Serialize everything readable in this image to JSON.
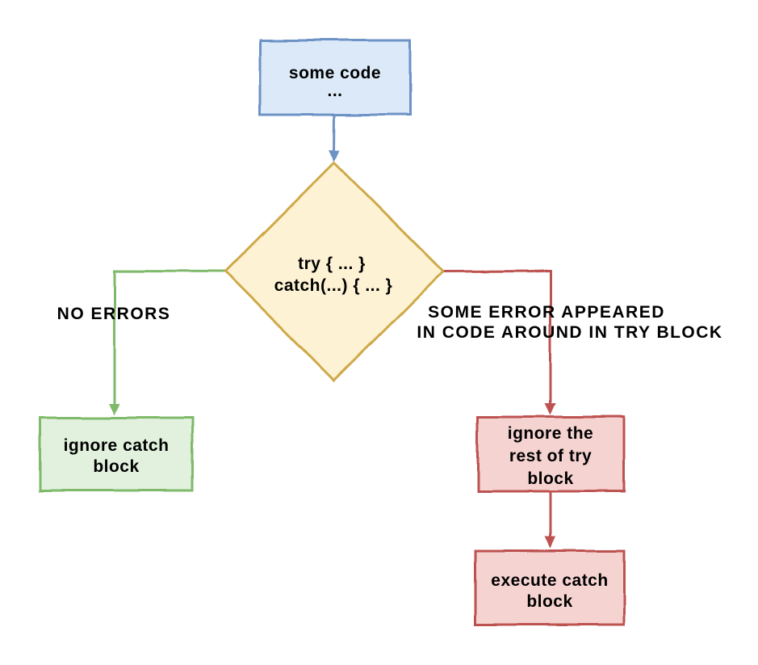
{
  "flowchart": {
    "background_color": "#ffffff",
    "text_color": "#000000",
    "nodes": [
      {
        "id": "some-code",
        "shape": "rectangle",
        "lines": [
          "some code",
          "..."
        ],
        "fill": "#dbe9f8",
        "stroke": "#6d92c5"
      },
      {
        "id": "try-catch-decision",
        "shape": "diamond",
        "lines": [
          "try { ... }",
          "catch(...) { ... }"
        ],
        "fill": "#fdf3d4",
        "stroke": "#cfa94a"
      },
      {
        "id": "ignore-catch-block",
        "shape": "rectangle",
        "lines": [
          "ignore catch",
          "block"
        ],
        "fill": "#e1f1dd",
        "stroke": "#7fb96a"
      },
      {
        "id": "ignore-rest-of-try-block",
        "shape": "rectangle",
        "lines": [
          "ignore the",
          "rest of try",
          "block"
        ],
        "fill": "#f5d3d1",
        "stroke": "#bd5351"
      },
      {
        "id": "execute-catch-block",
        "shape": "rectangle",
        "lines": [
          "execute catch",
          "block"
        ],
        "fill": "#f5d3d1",
        "stroke": "#bd5351"
      }
    ],
    "edges": [
      {
        "id": "code-to-decision",
        "from": "some-code",
        "to": "try-catch-decision",
        "color": "#6d92c5"
      },
      {
        "id": "no-errors",
        "from": "try-catch-decision",
        "to": "ignore-catch-block",
        "color": "#7fb96a",
        "label": "NO ERRORS"
      },
      {
        "id": "error-appeared",
        "from": "try-catch-decision",
        "to": "ignore-rest-of-try-block",
        "color": "#bd5351",
        "label_lines": [
          "SOME ERROR APPEARED",
          "IN CODE AROUND IN TRY BLOCK"
        ]
      },
      {
        "id": "rest-to-execute",
        "from": "ignore-rest-of-try-block",
        "to": "execute-catch-block",
        "color": "#bd5351"
      }
    ]
  }
}
